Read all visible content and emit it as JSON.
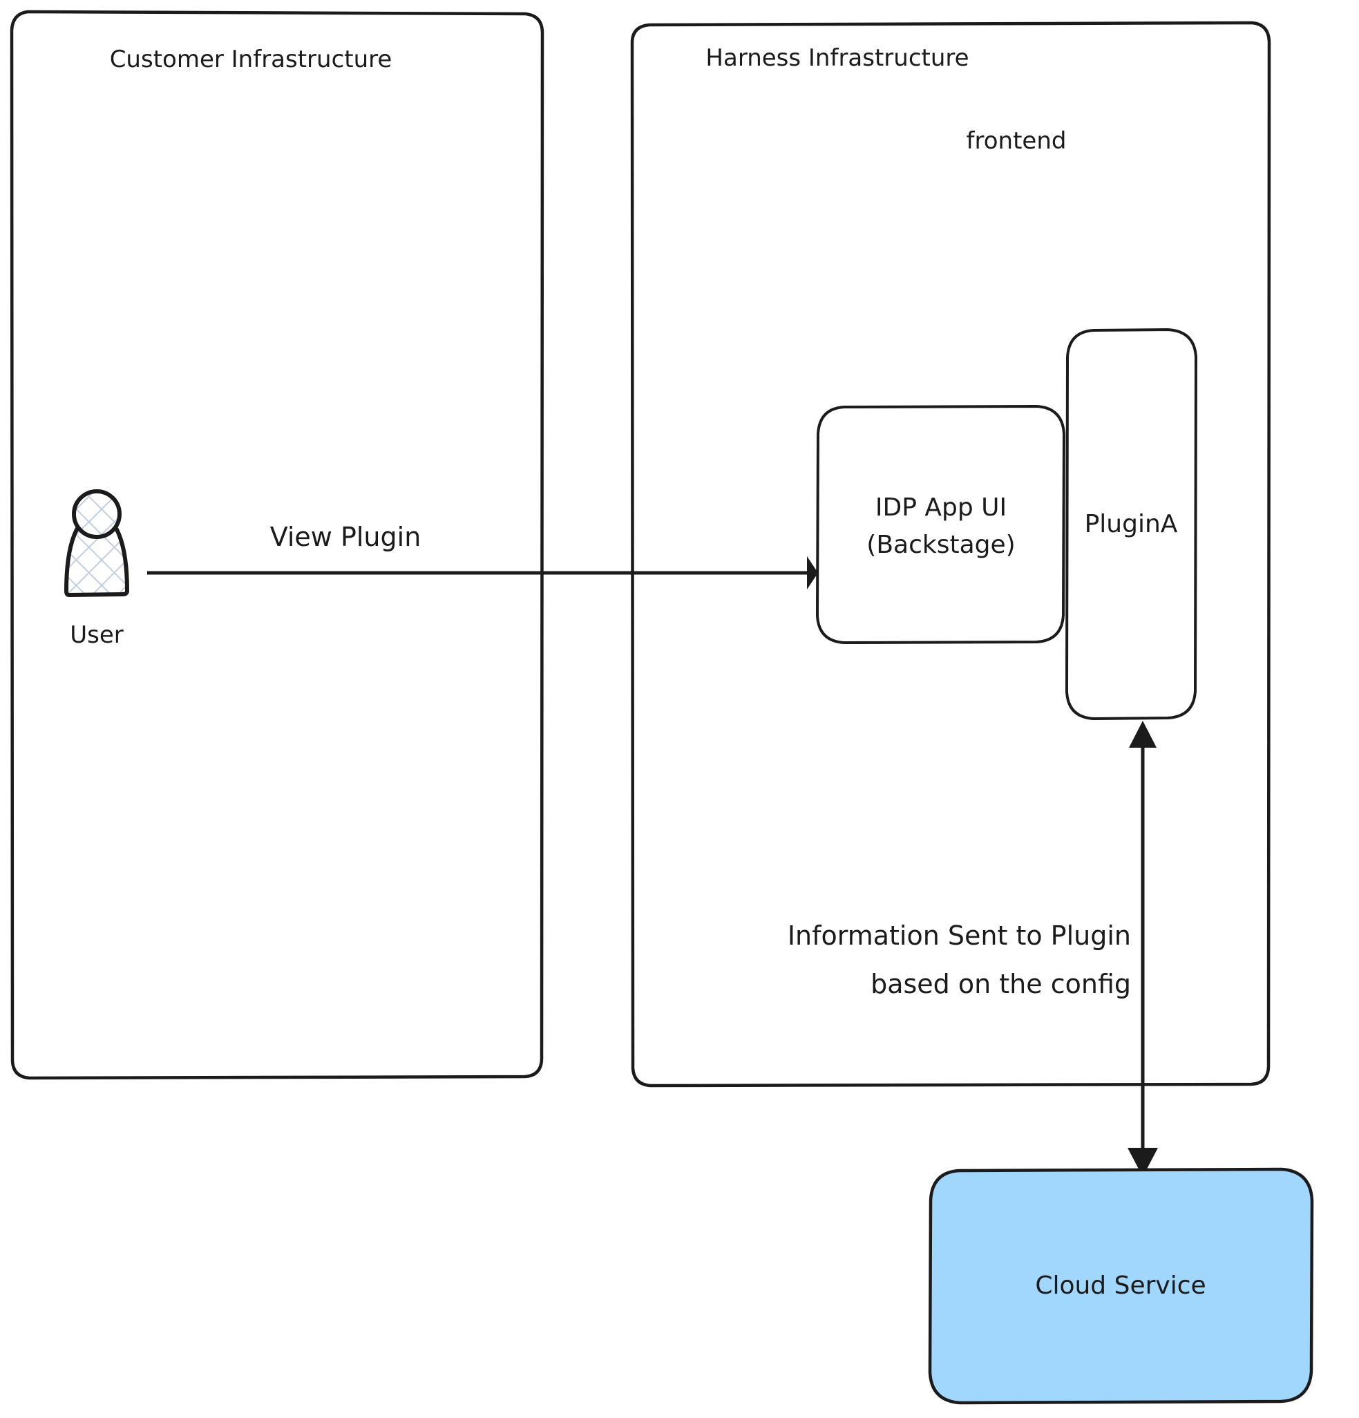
{
  "diagram": {
    "title_visible": false,
    "background": "#ffffff",
    "stroke_color": "#1b1b1b",
    "accent_fill": "#a1d6fd"
  },
  "containers": [
    {
      "id": "customer-infrastructure",
      "label": "Customer Infrastructure",
      "fill": "#ffffff"
    },
    {
      "id": "harness-infrastructure",
      "label": "Harness Infrastructure",
      "fill": "#ffffff"
    }
  ],
  "group_labels": [
    {
      "id": "frontend",
      "label": "frontend"
    }
  ],
  "nodes": [
    {
      "id": "user",
      "label": "User",
      "shape": "actor",
      "fill_pattern": "cross-hatch"
    },
    {
      "id": "idp-app-ui",
      "label_line1": "IDP App UI",
      "label_line2": "(Backstage)",
      "shape": "rounded-rect",
      "fill": "#ffffff"
    },
    {
      "id": "plugin-a",
      "label": "PluginA",
      "shape": "rounded-rect",
      "fill": "#ffffff"
    },
    {
      "id": "cloud-service",
      "label": "Cloud Service",
      "shape": "rounded-rect",
      "fill": "#a1d6fd"
    }
  ],
  "edges": [
    {
      "id": "user-to-idp",
      "label": "View Plugin",
      "from": "user",
      "to": "idp-app-ui",
      "direction": "forward"
    },
    {
      "id": "cloud-to-plugin",
      "label_line1": "Information Sent to Plugin",
      "label_line2": "based on the config",
      "from": "cloud-service",
      "to": "plugin-a",
      "direction": "both"
    }
  ]
}
